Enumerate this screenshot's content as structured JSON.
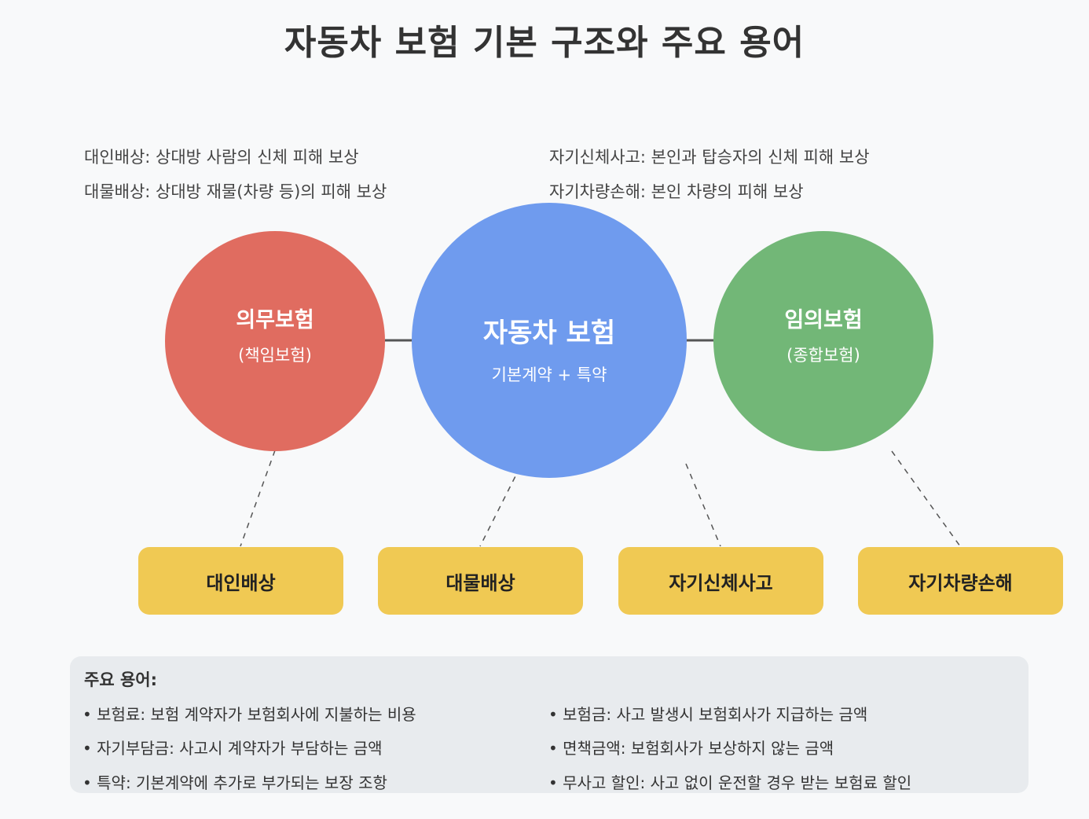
{
  "title": "자동차 보험 기본 구조와 주요 용어",
  "descriptions": {
    "left": [
      "대인배상: 상대방 사람의 신체 피해 보상",
      "대물배상: 상대방 재물(차량 등)의 피해 보상"
    ],
    "right": [
      "자기신체사고: 본인과 탑승자의 신체 피해 보상",
      "자기차량손해: 본인 차량의 피해 보상"
    ]
  },
  "circles": {
    "mandatory": {
      "title": "의무보험",
      "subtitle": "(책임보험)",
      "color": "#e06c60"
    },
    "center": {
      "title": "자동차 보험",
      "subtitle": "기본계약 + 특약",
      "color": "#6f9bee"
    },
    "optional": {
      "title": "임의보험",
      "subtitle": "(종합보험)",
      "color": "#72b777"
    }
  },
  "boxes": [
    "대인배상",
    "대물배상",
    "자기신체사고",
    "자기차량손해"
  ],
  "box_color": "#f0c953",
  "terms": {
    "heading": "주요 용어:",
    "left": [
      "• 보험료: 보험 계약자가 보험회사에 지불하는 비용",
      "• 자기부담금: 사고시 계약자가 부담하는 금액",
      "• 특약: 기본계약에 추가로 부가되는 보장 조항"
    ],
    "right": [
      "• 보험금: 사고 발생시 보험회사가 지급하는 금액",
      "• 면책금액: 보험회사가 보상하지 않는 금액",
      "• 무사고 할인: 사고 없이 운전할 경우 받는 보험료 할인"
    ]
  }
}
